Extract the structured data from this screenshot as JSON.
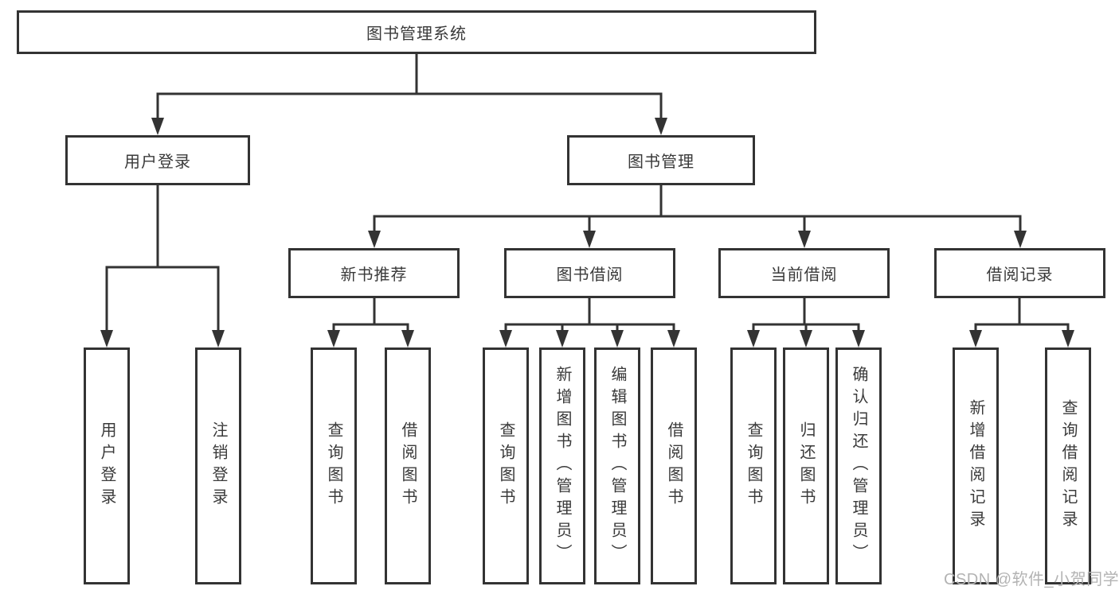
{
  "diagram": {
    "type": "hierarchy-tree",
    "nodes": {
      "root": {
        "label": "图书管理系统"
      },
      "level2": [
        {
          "label": "用户登录",
          "parent": "图书管理系统"
        },
        {
          "label": "图书管理",
          "parent": "图书管理系统"
        }
      ],
      "level3": [
        {
          "label": "新书推荐",
          "parent": "图书管理"
        },
        {
          "label": "图书借阅",
          "parent": "图书管理"
        },
        {
          "label": "当前借阅",
          "parent": "图书管理"
        },
        {
          "label": "借阅记录",
          "parent": "图书管理"
        }
      ],
      "leaves": [
        {
          "label": "用户登录",
          "parent": "用户登录"
        },
        {
          "label": "注销登录",
          "parent": "用户登录"
        },
        {
          "label": "查询图书",
          "parent": "新书推荐"
        },
        {
          "label": "借阅图书",
          "parent": "新书推荐"
        },
        {
          "label": "查询图书",
          "parent": "图书借阅"
        },
        {
          "label": "新增图书（管理员）",
          "parent": "图书借阅"
        },
        {
          "label": "编辑图书（管理员）",
          "parent": "图书借阅"
        },
        {
          "label": "借阅图书",
          "parent": "图书借阅"
        },
        {
          "label": "查询图书",
          "parent": "当前借阅"
        },
        {
          "label": "归还图书",
          "parent": "当前借阅"
        },
        {
          "label": "确认归还（管理员）",
          "parent": "当前借阅"
        },
        {
          "label": "新增借阅记录",
          "parent": "借阅记录"
        },
        {
          "label": "查询借阅记录",
          "parent": "借阅记录"
        }
      ]
    },
    "colors": {
      "line": "#333333",
      "text": "#3a3a3a",
      "background": "#ffffff",
      "watermark": "#b3b3b3"
    },
    "watermark": {
      "text": "CSDN @软件_小贺同学"
    }
  }
}
